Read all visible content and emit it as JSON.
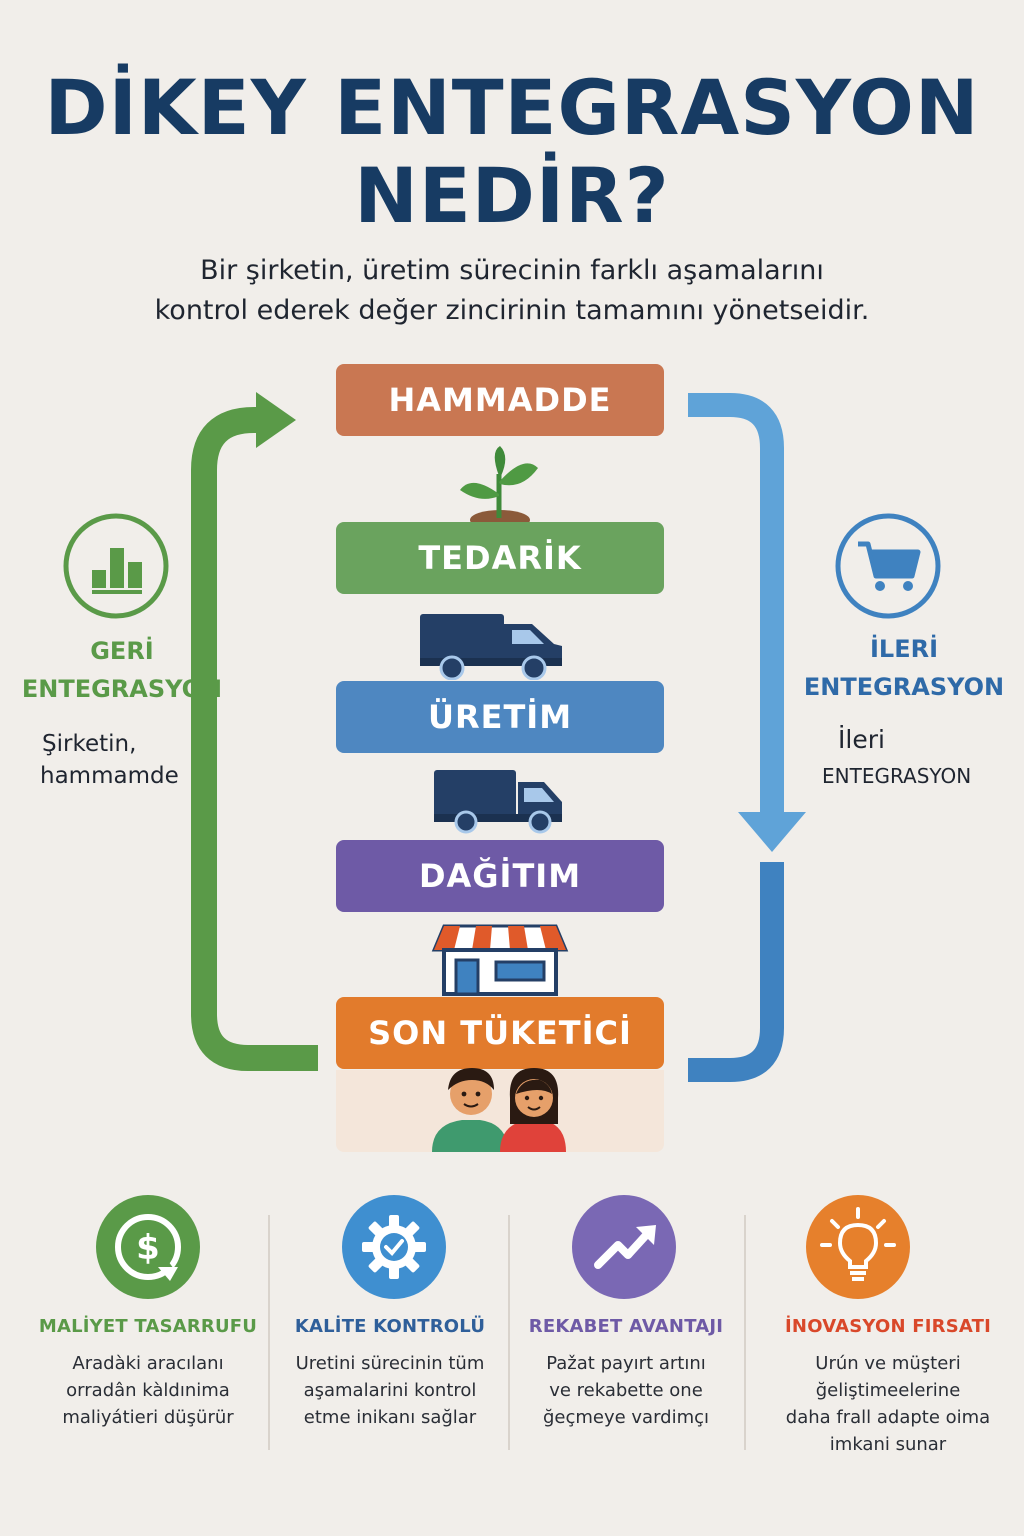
{
  "title": {
    "line1": "DİKEY ENTEGRASYON",
    "line2": "NEDİR?"
  },
  "subtitle": {
    "line1": "Bir şirketin, üretim sürecinin farklı aşamalarını",
    "line2": "kontrol ederek değer zincirinin tamamını yönetseidir."
  },
  "stages": [
    {
      "label": "HAMMADDE",
      "color": "#c97752"
    },
    {
      "label": "TEDARİK",
      "color": "#6aa35e"
    },
    {
      "label": "ÜRETİM",
      "color": "#4e87c1"
    },
    {
      "label": "DAĞİTIM",
      "color": "#6e5aa6"
    },
    {
      "label": "SON TÜKETİCİ",
      "color": "#e27b2c"
    }
  ],
  "left_panel": {
    "title_line1": "GERİ",
    "title_line2": "ENTEGRASYON",
    "text_line1": "Şirketin,",
    "text_line2": "hammamde",
    "icon": "bar-chart-icon",
    "color": "#5a9a48"
  },
  "right_panel": {
    "title_line1": "İLERİ",
    "title_line2": "ENTEGRASYON",
    "text_line1": "İleri",
    "text_line2": "ENTEGRASYON",
    "icon": "shopping-cart-icon",
    "color": "#3f82c0"
  },
  "benefits": [
    {
      "title": "MALİYET TASARRUFU",
      "lines": [
        "Aradàki aracılanı",
        "orradân kàldınima",
        "maliyátieri düşürür"
      ],
      "icon": "dollar-down-icon",
      "color": "#5a9a48"
    },
    {
      "title": "KALİTE KONTROLÜ",
      "lines": [
        "Uretini sürecinin tüm",
        "aşamalarini kontrol",
        "etme inikanı sağlar"
      ],
      "icon": "gear-check-icon",
      "color": "#2f71b6"
    },
    {
      "title": "REKABET AVANTAJI",
      "lines": [
        "Pažat payırt artını",
        "ve rekabette one",
        "ğeçmeye vardimçı"
      ],
      "icon": "trend-up-icon",
      "color": "#6e5aa6"
    },
    {
      "title": "İNOVASYON FIRSATI",
      "lines": [
        "Urún ve müşteri",
        "ğeliştimeelerine",
        "daha frall adapte oima",
        "imkani sunar"
      ],
      "icon": "lightbulb-icon",
      "color": "#e0542c"
    }
  ]
}
